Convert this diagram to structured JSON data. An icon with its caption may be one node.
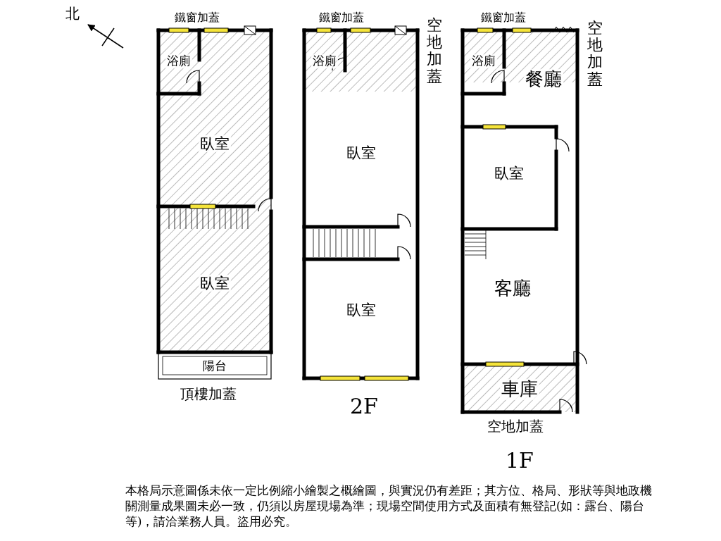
{
  "diagram": {
    "caption": "本格局示意圖係未依一定比例縮小繪製之概繪圖，與實況仍有差距；其方位、格局、形狀等與地政機關測量成果圖未必一致，仍須以房屋現場為準；現場空間使用方式及面積有無登記(如：露台、陽台等)，請洽業務人員。盜用必究。",
    "nodes": [
      {
        "text": [
          "浴廁"
        ]
      },
      {
        "text": [
          "臥室"
        ]
      },
      {
        "text": [
          "臥室"
        ]
      },
      {
        "text": [
          "陽台"
        ]
      },
      {
        "text": [
          "浴廁"
        ]
      },
      {
        "text": [
          "臥室"
        ]
      },
      {
        "text": [
          "臥室"
        ]
      },
      {
        "text": [
          "浴廁"
        ]
      },
      {
        "text": [
          "餐廳"
        ]
      },
      {
        "text": [
          "臥室"
        ]
      },
      {
        "text": [
          "客廳"
        ]
      },
      {
        "text": [
          "車庫"
        ]
      }
    ],
    "labels": [
      "北",
      "鐵窗加蓋",
      "鐵窗加蓋",
      "鐵窗加蓋",
      "空地加蓋",
      "空地加蓋",
      "頂樓加蓋",
      "2F",
      "空地加蓋",
      "1F"
    ]
  }
}
